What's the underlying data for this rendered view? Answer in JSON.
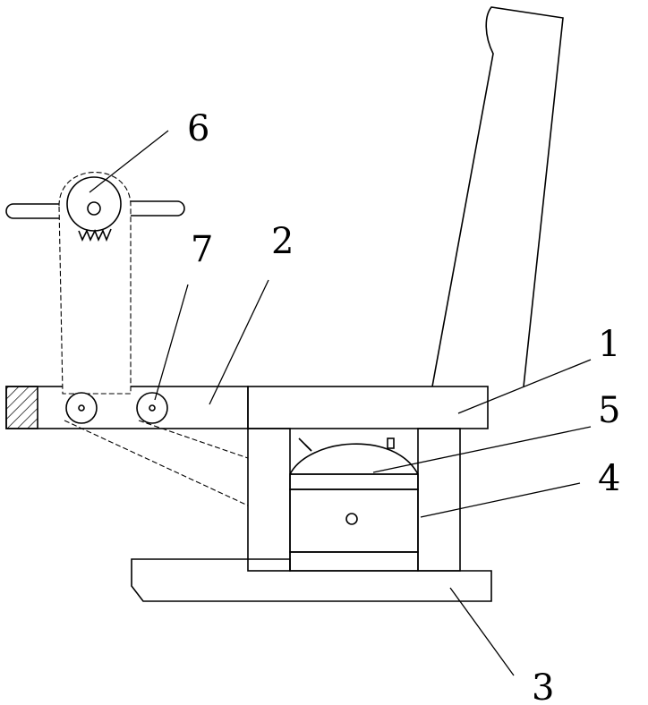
{
  "figure": {
    "labels": {
      "l1": "1",
      "l2": "2",
      "l3": "3",
      "l4": "4",
      "l5": "5",
      "l6": "6",
      "l7": "7"
    }
  },
  "colors": {
    "stroke": "#000000",
    "background": "#ffffff"
  }
}
